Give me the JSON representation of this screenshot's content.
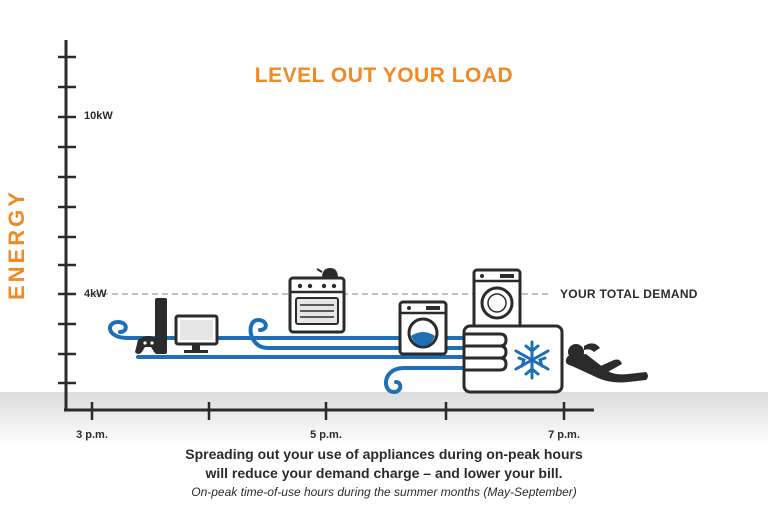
{
  "title": "LEVEL OUT YOUR LOAD",
  "y_axis_label": "ENERGY",
  "y_ticks": {
    "upper": "10kW",
    "lower": "4kW"
  },
  "demand_line_label": "YOUR TOTAL DEMAND",
  "x_ticks": [
    "3 p.m.",
    "5 p.m.",
    "7 p.m."
  ],
  "caption": {
    "line1": "Spreading out your use of appliances during on-peak hours",
    "line2": "will reduce your demand charge – and lower your bill.",
    "line3": "On-peak time-of-use hours during the summer months (May-September)"
  },
  "colors": {
    "accent": "#f08a24",
    "flow": "#1f6fb8",
    "outline": "#2b2b2b",
    "snowflake": "#1f6fb8"
  },
  "icons": [
    "game-console-icon",
    "monitor-icon",
    "oven-icon",
    "washer-icon",
    "dryer-icon",
    "air-conditioner-icon",
    "snowflake-icon",
    "relaxing-person-icon"
  ]
}
